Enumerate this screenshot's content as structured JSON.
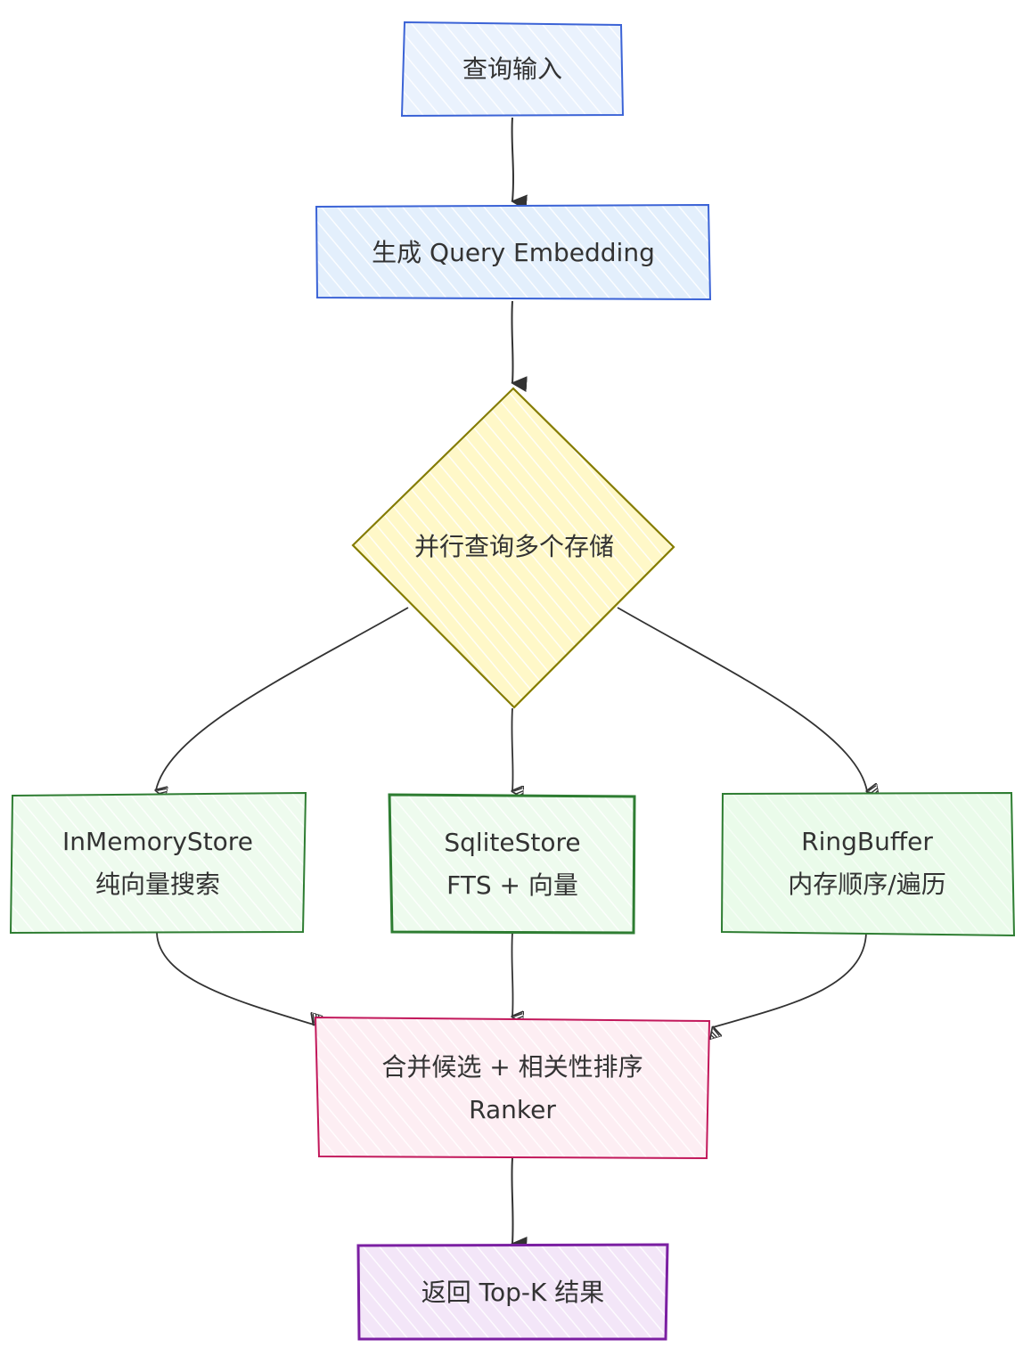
{
  "diagram": {
    "type": "flowchart",
    "style": "hand-drawn",
    "nodes": [
      {
        "id": "query_input",
        "shape": "rect",
        "lines": [
          "查询输入"
        ],
        "stroke": "#3b63d6",
        "fill": "#eaf2fd"
      },
      {
        "id": "gen_embedding",
        "shape": "rect",
        "lines": [
          "生成 Query Embedding"
        ],
        "stroke": "#3b63d6",
        "fill": "#e3effc"
      },
      {
        "id": "parallel_query",
        "shape": "diamond",
        "lines": [
          "并行查询多个存储"
        ],
        "stroke": "#857c00",
        "fill": "#fff8c8"
      },
      {
        "id": "in_memory_store",
        "shape": "rect",
        "lines": [
          "InMemoryStore",
          "纯向量搜索"
        ],
        "stroke": "#2e7d32",
        "fill": "#eefbee"
      },
      {
        "id": "sqlite_store",
        "shape": "rect",
        "lines": [
          "SqliteStore",
          "FTS + 向量"
        ],
        "stroke": "#2e7d32",
        "fill": "#eefbee"
      },
      {
        "id": "ring_buffer",
        "shape": "rect",
        "lines": [
          "RingBuffer",
          "内存顺序/遍历"
        ],
        "stroke": "#2e7d32",
        "fill": "#eafbea"
      },
      {
        "id": "ranker",
        "shape": "rect",
        "lines": [
          "合并候选 + 相关性排序",
          "Ranker"
        ],
        "stroke": "#c2185b",
        "fill": "#fdeef3"
      },
      {
        "id": "top_k",
        "shape": "rect",
        "lines": [
          "返回 Top-K 结果"
        ],
        "stroke": "#7b1fa2",
        "fill": "#f3e6f8"
      }
    ],
    "edges": [
      {
        "from": "query_input",
        "to": "gen_embedding",
        "arrow": "solid"
      },
      {
        "from": "gen_embedding",
        "to": "parallel_query",
        "arrow": "solid"
      },
      {
        "from": "parallel_query",
        "to": "in_memory_store",
        "arrow": "hatched"
      },
      {
        "from": "parallel_query",
        "to": "sqlite_store",
        "arrow": "hatched"
      },
      {
        "from": "parallel_query",
        "to": "ring_buffer",
        "arrow": "hatched"
      },
      {
        "from": "in_memory_store",
        "to": "ranker",
        "arrow": "hatched"
      },
      {
        "from": "sqlite_store",
        "to": "ranker",
        "arrow": "hatched"
      },
      {
        "from": "ring_buffer",
        "to": "ranker",
        "arrow": "hatched"
      },
      {
        "from": "ranker",
        "to": "top_k",
        "arrow": "solid"
      }
    ],
    "edge_color": "#333333",
    "text_color": "#333333"
  }
}
